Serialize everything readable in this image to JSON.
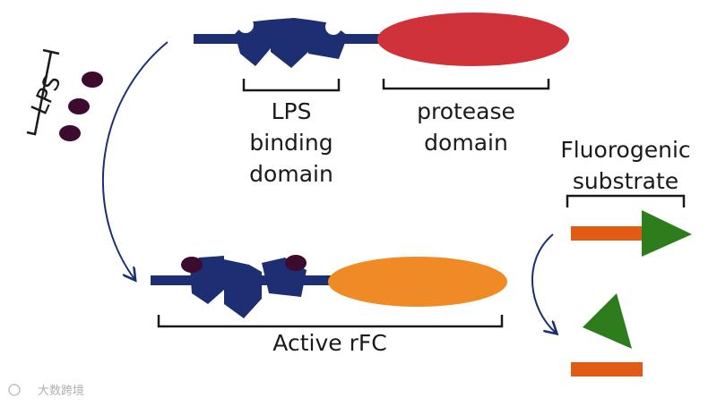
{
  "labels": {
    "lps": "LPS",
    "lps_binding_domain": [
      "LPS",
      "binding",
      "domain"
    ],
    "protease_domain": [
      "protease",
      "domain"
    ],
    "fluorogenic_substrate": [
      "Fluorogenic",
      "substrate"
    ],
    "active_rfc": "Active rFC"
  },
  "watermark": "大数跨境",
  "colors": {
    "protein": "#1d2f72",
    "protease_inactive": "#d0323a",
    "protease_active": "#f08a25",
    "lps_molecule": "#3d0b2e",
    "substrate_bar": "#e25a14",
    "fluorophore": "#2e7d1c",
    "arrow": "#1d2f72",
    "bracket": "#1a1a1a"
  }
}
